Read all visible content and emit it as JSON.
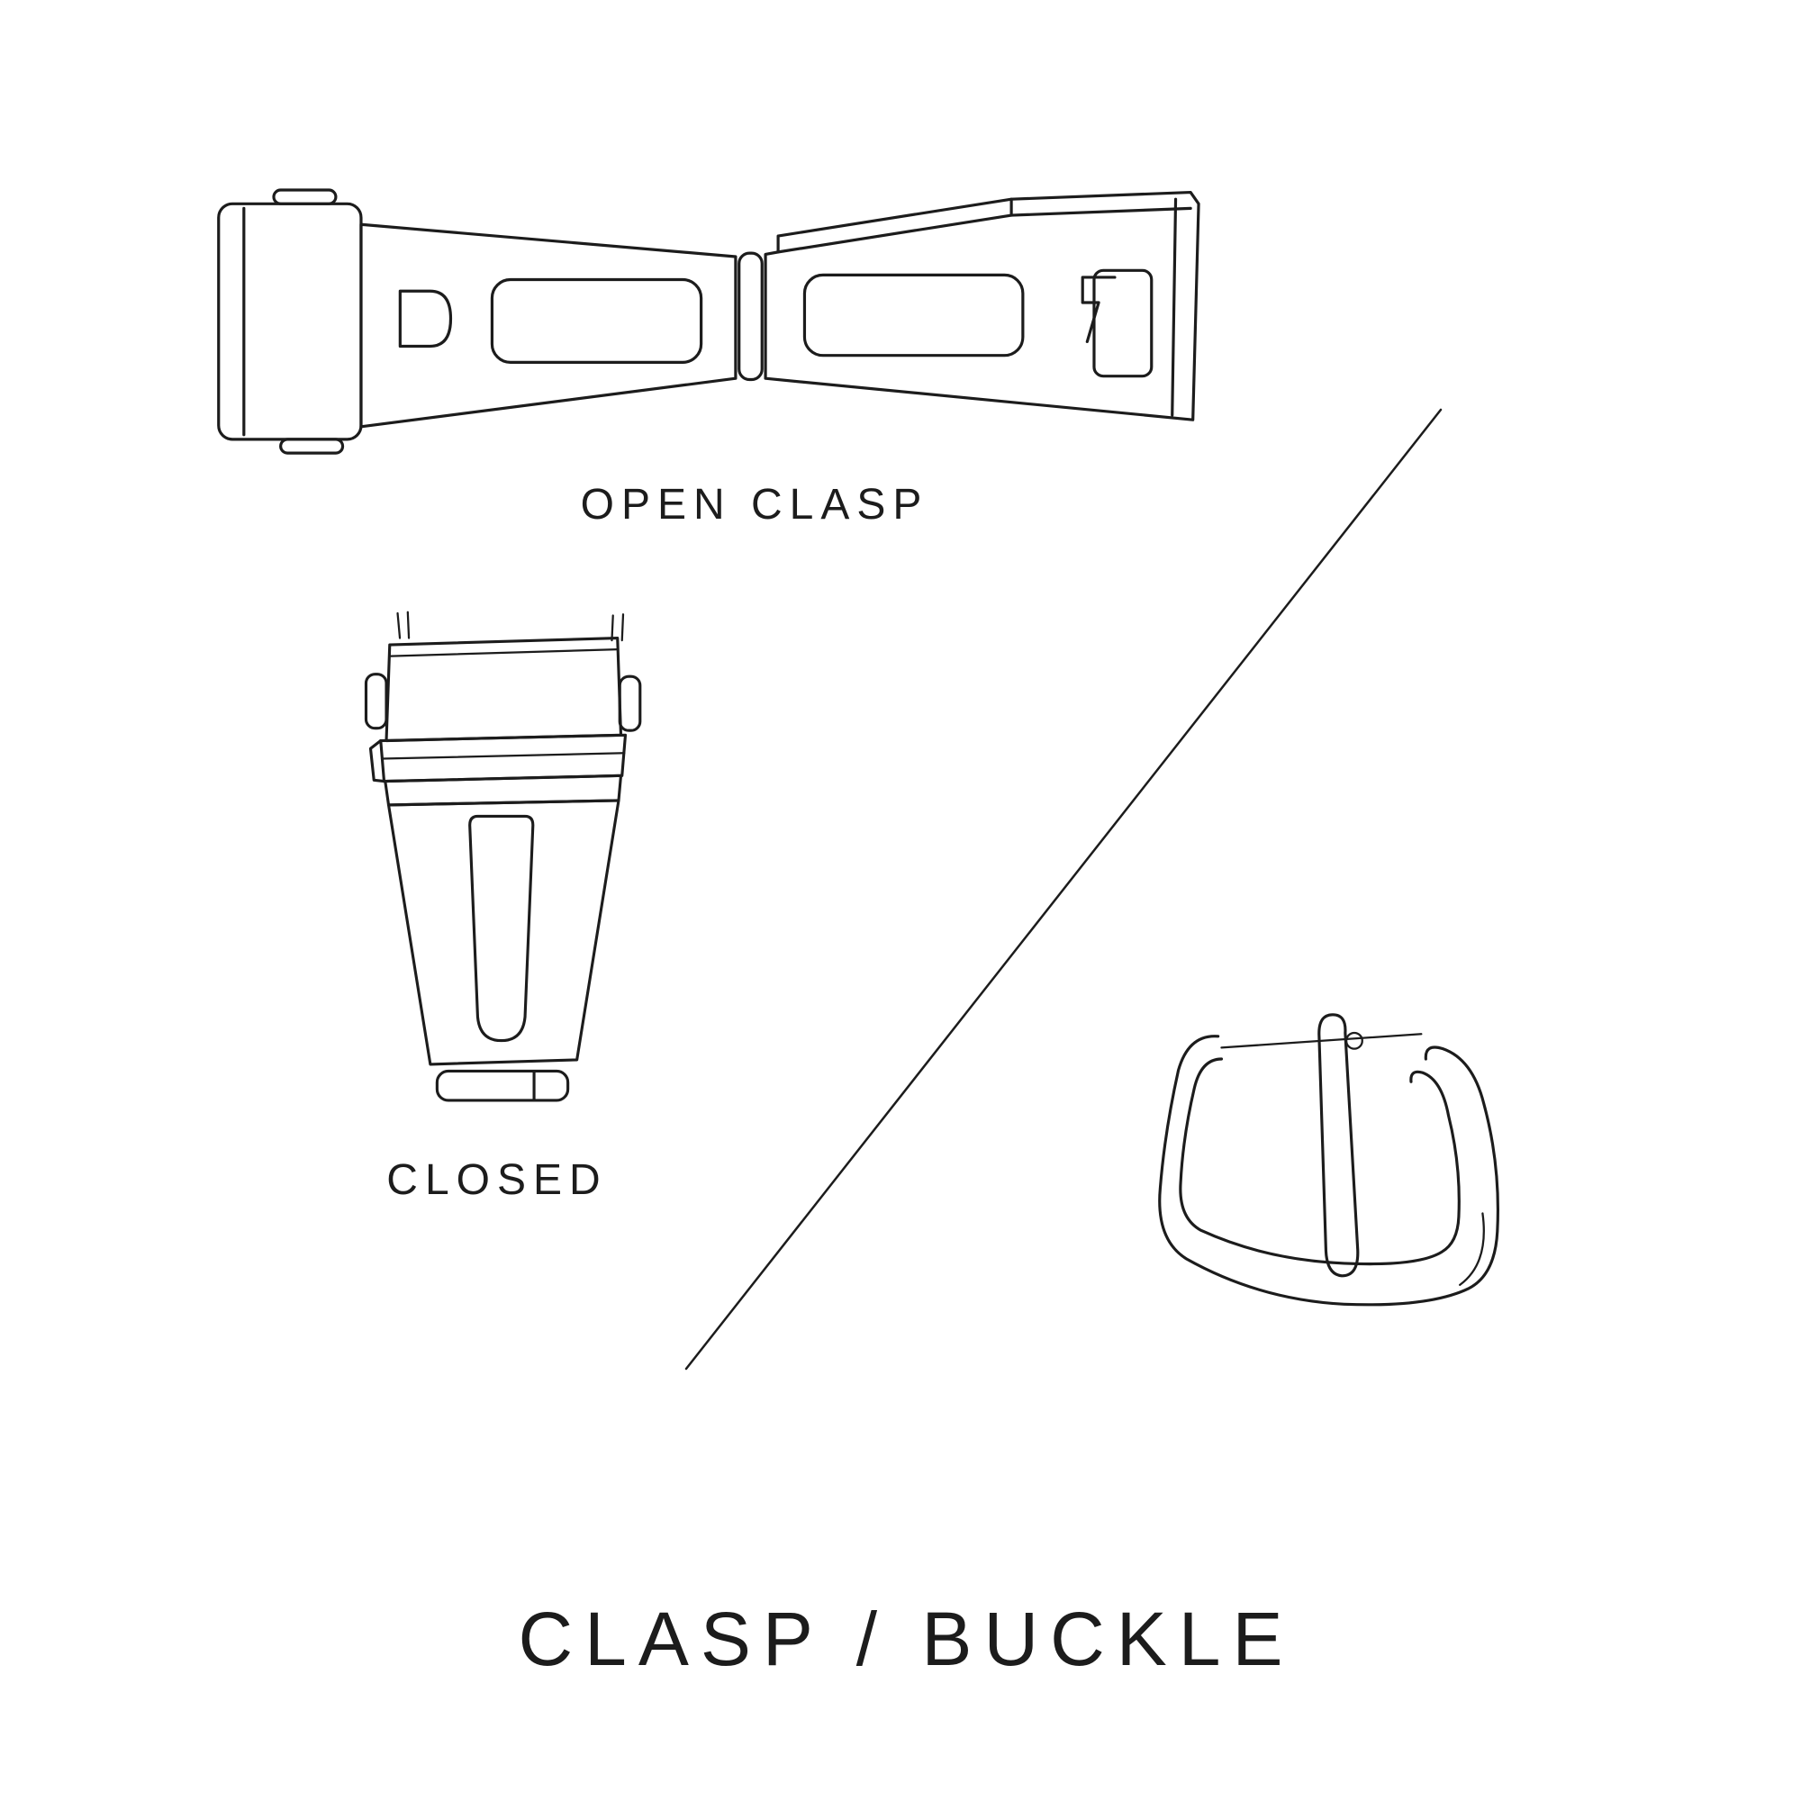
{
  "page": {
    "background": "#ffffff",
    "line_color": "#1c1c1c",
    "text_color": "#1c1c1c"
  },
  "title": {
    "text": "CLASP / BUCKLE"
  },
  "figures": {
    "open_clasp": {
      "label": "OPEN CLASP",
      "icon": "open-clasp-illustration"
    },
    "closed_clasp": {
      "label": "CLOSED",
      "icon": "closed-clasp-illustration"
    },
    "buckle": {
      "icon": "buckle-illustration"
    }
  }
}
